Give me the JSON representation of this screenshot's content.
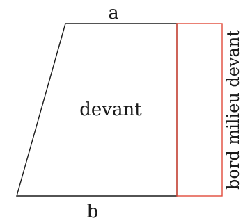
{
  "labels": {
    "top": "a",
    "bottom": "b",
    "piece": "devant",
    "side": "bord milieu devant"
  },
  "colors": {
    "outline": "#1a1a1a",
    "extension": "#e04a3a"
  }
}
